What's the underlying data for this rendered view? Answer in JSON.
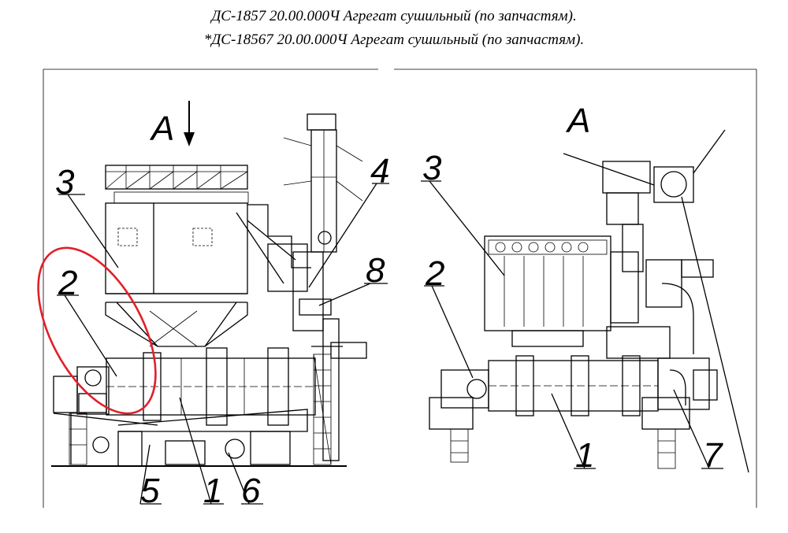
{
  "title_line_1": "ДС-1857 20.00.000Ч Агрегат сушильный (по запчастям).",
  "title_line_2": "*ДС-18567 20.00.000Ч Агрегат сушильный (по запчастям).",
  "left_view": {
    "view_label": "А",
    "callouts": [
      "3",
      "4",
      "8",
      "2",
      "5",
      "1",
      "6"
    ]
  },
  "right_view": {
    "view_label": "А",
    "callouts": [
      "3",
      "2",
      "1",
      "7"
    ]
  },
  "highlight_color": "#e0202a"
}
